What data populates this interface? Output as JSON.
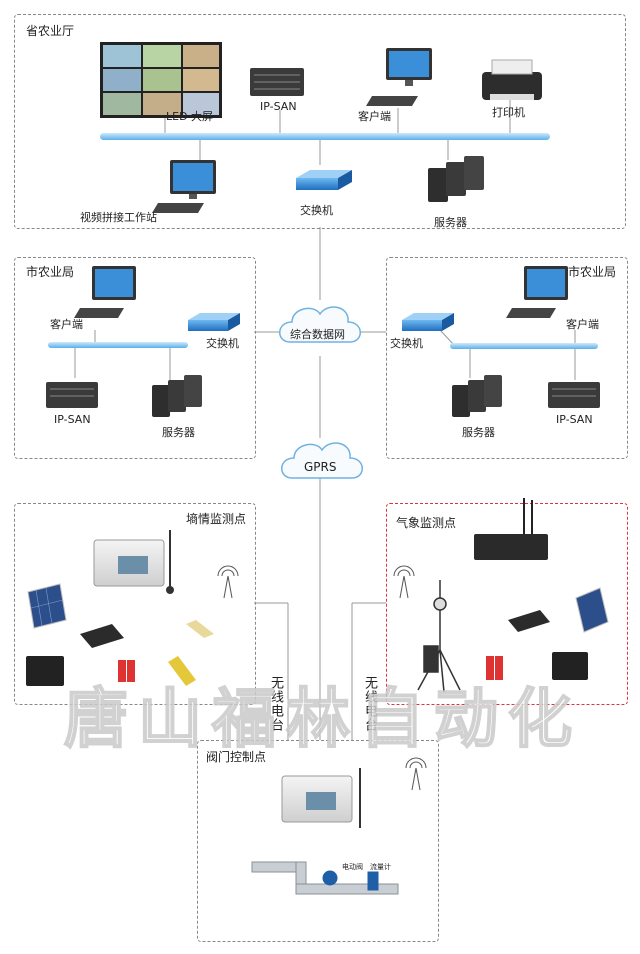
{
  "province": {
    "title": "省农业厅",
    "led": "LED 大屏",
    "ipsan": "IP-SAN",
    "client": "客户端",
    "printer": "打印机",
    "workstation": "视频拼接工作站",
    "switch": "交换机",
    "server": "服务器"
  },
  "city_left": {
    "title": "市农业局",
    "client": "客户端",
    "switch": "交换机",
    "ipsan": "IP-SAN",
    "server": "服务器"
  },
  "city_right": {
    "title": "市农业局",
    "client": "客户端",
    "switch": "交换机",
    "server": "服务器",
    "ipsan": "IP-SAN"
  },
  "cloud_main": "综合数据网",
  "cloud_gprs": "GPRS",
  "soil": {
    "title": "墒情监测点"
  },
  "weather": {
    "title": "气象监测点"
  },
  "valve": {
    "title": "阀门控制点",
    "valve_label": "电动阀",
    "meter_label": "流量计"
  },
  "radio_left": "无线电台",
  "radio_right": "无线电台",
  "watermark": "唐山福林自动化",
  "colors": {
    "bus": "#7ec3f0",
    "switch": "#2f86d6",
    "red_border": "#e0353a"
  }
}
